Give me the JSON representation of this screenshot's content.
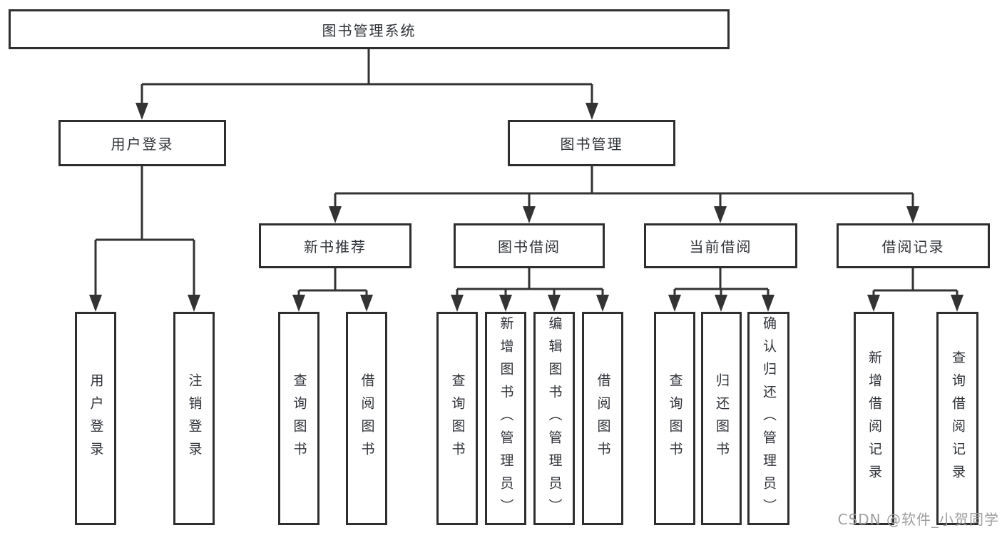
{
  "tree": {
    "root": "图书管理系统",
    "branches": [
      {
        "label": "用户登录",
        "children": [
          "用户登录",
          "注销登录"
        ]
      },
      {
        "label": "图书管理",
        "groups": [
          {
            "label": "新书推荐",
            "children": [
              "查询图书",
              "借阅图书"
            ]
          },
          {
            "label": "图书借阅",
            "children": [
              "查询图书",
              "新增图书（管理员）",
              "编辑图书（管理员）",
              "借阅图书"
            ]
          },
          {
            "label": "当前借阅",
            "children": [
              "查询图书",
              "归还图书",
              "确认归还（管理员）"
            ]
          },
          {
            "label": "借阅记录",
            "children": [
              "新增借阅记录",
              "查询借阅记录"
            ]
          }
        ]
      }
    ]
  },
  "watermark": {
    "text": "CSDN @软件_小贺同学"
  },
  "colors": {
    "line": "#333333",
    "box_border": "#2e2e2e",
    "text": "#2f3237",
    "watermark": "#9e9e9e",
    "background": "#ffffff"
  }
}
